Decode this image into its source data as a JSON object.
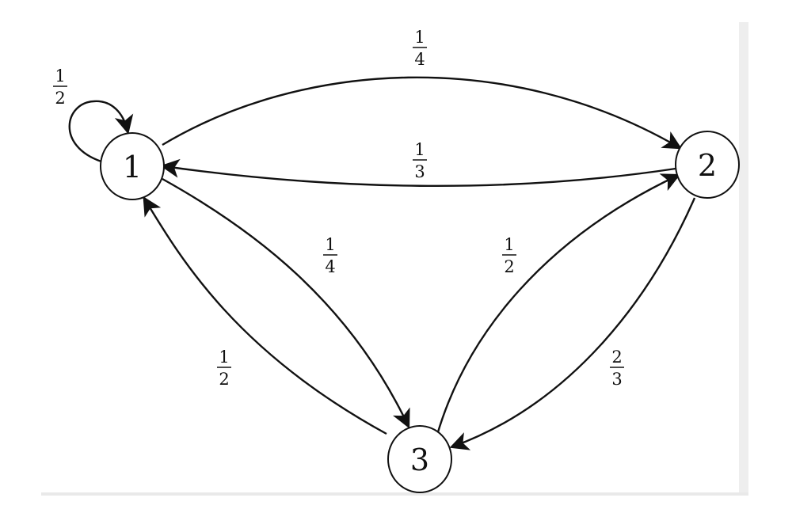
{
  "diagram": {
    "type": "markov-chain-state-diagram",
    "colors": {
      "stroke": "#111111",
      "background": "#ffffff"
    },
    "nodes": [
      {
        "id": "1",
        "label": "1"
      },
      {
        "id": "2",
        "label": "2"
      },
      {
        "id": "3",
        "label": "3"
      }
    ],
    "edges": [
      {
        "id": "e11",
        "from": "1",
        "to": "1",
        "num": "1",
        "den": "2"
      },
      {
        "id": "e12",
        "from": "1",
        "to": "2",
        "num": "1",
        "den": "4"
      },
      {
        "id": "e21",
        "from": "2",
        "to": "1",
        "num": "1",
        "den": "3"
      },
      {
        "id": "e13",
        "from": "1",
        "to": "3",
        "num": "1",
        "den": "4"
      },
      {
        "id": "e31",
        "from": "3",
        "to": "1",
        "num": "1",
        "den": "2"
      },
      {
        "id": "e32",
        "from": "3",
        "to": "2",
        "num": "1",
        "den": "2"
      },
      {
        "id": "e23",
        "from": "2",
        "to": "3",
        "num": "2",
        "den": "3"
      }
    ]
  }
}
